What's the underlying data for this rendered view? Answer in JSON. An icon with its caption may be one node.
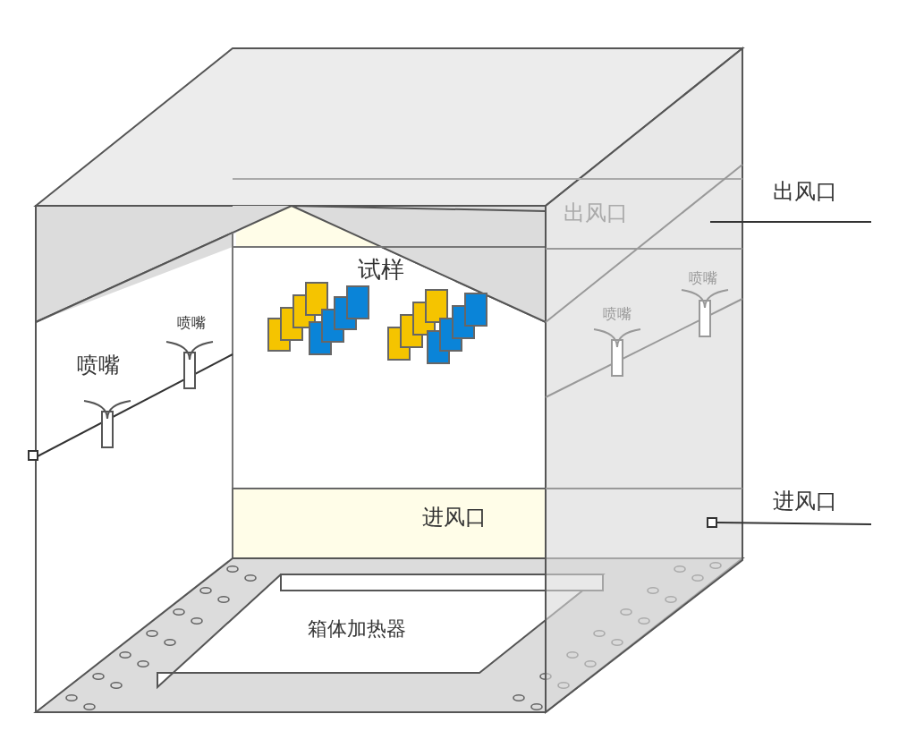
{
  "diagram": {
    "nodes": [
      {
        "text": [
          "出风口"
        ]
      },
      {
        "text": [
          "进风口"
        ]
      },
      {
        "text": [],
        "shape": "box"
      }
    ],
    "edges": [
      {
        "from": 0,
        "to": null,
        "arrow": "none"
      },
      {
        "from": 1,
        "to": 2,
        "arrow": "none"
      }
    ],
    "labels": [
      "出风口",
      "试样",
      "喷嘴",
      "喷嘴",
      "喷嘴",
      "喷嘴",
      "进风口",
      "箱体加热器"
    ]
  }
}
